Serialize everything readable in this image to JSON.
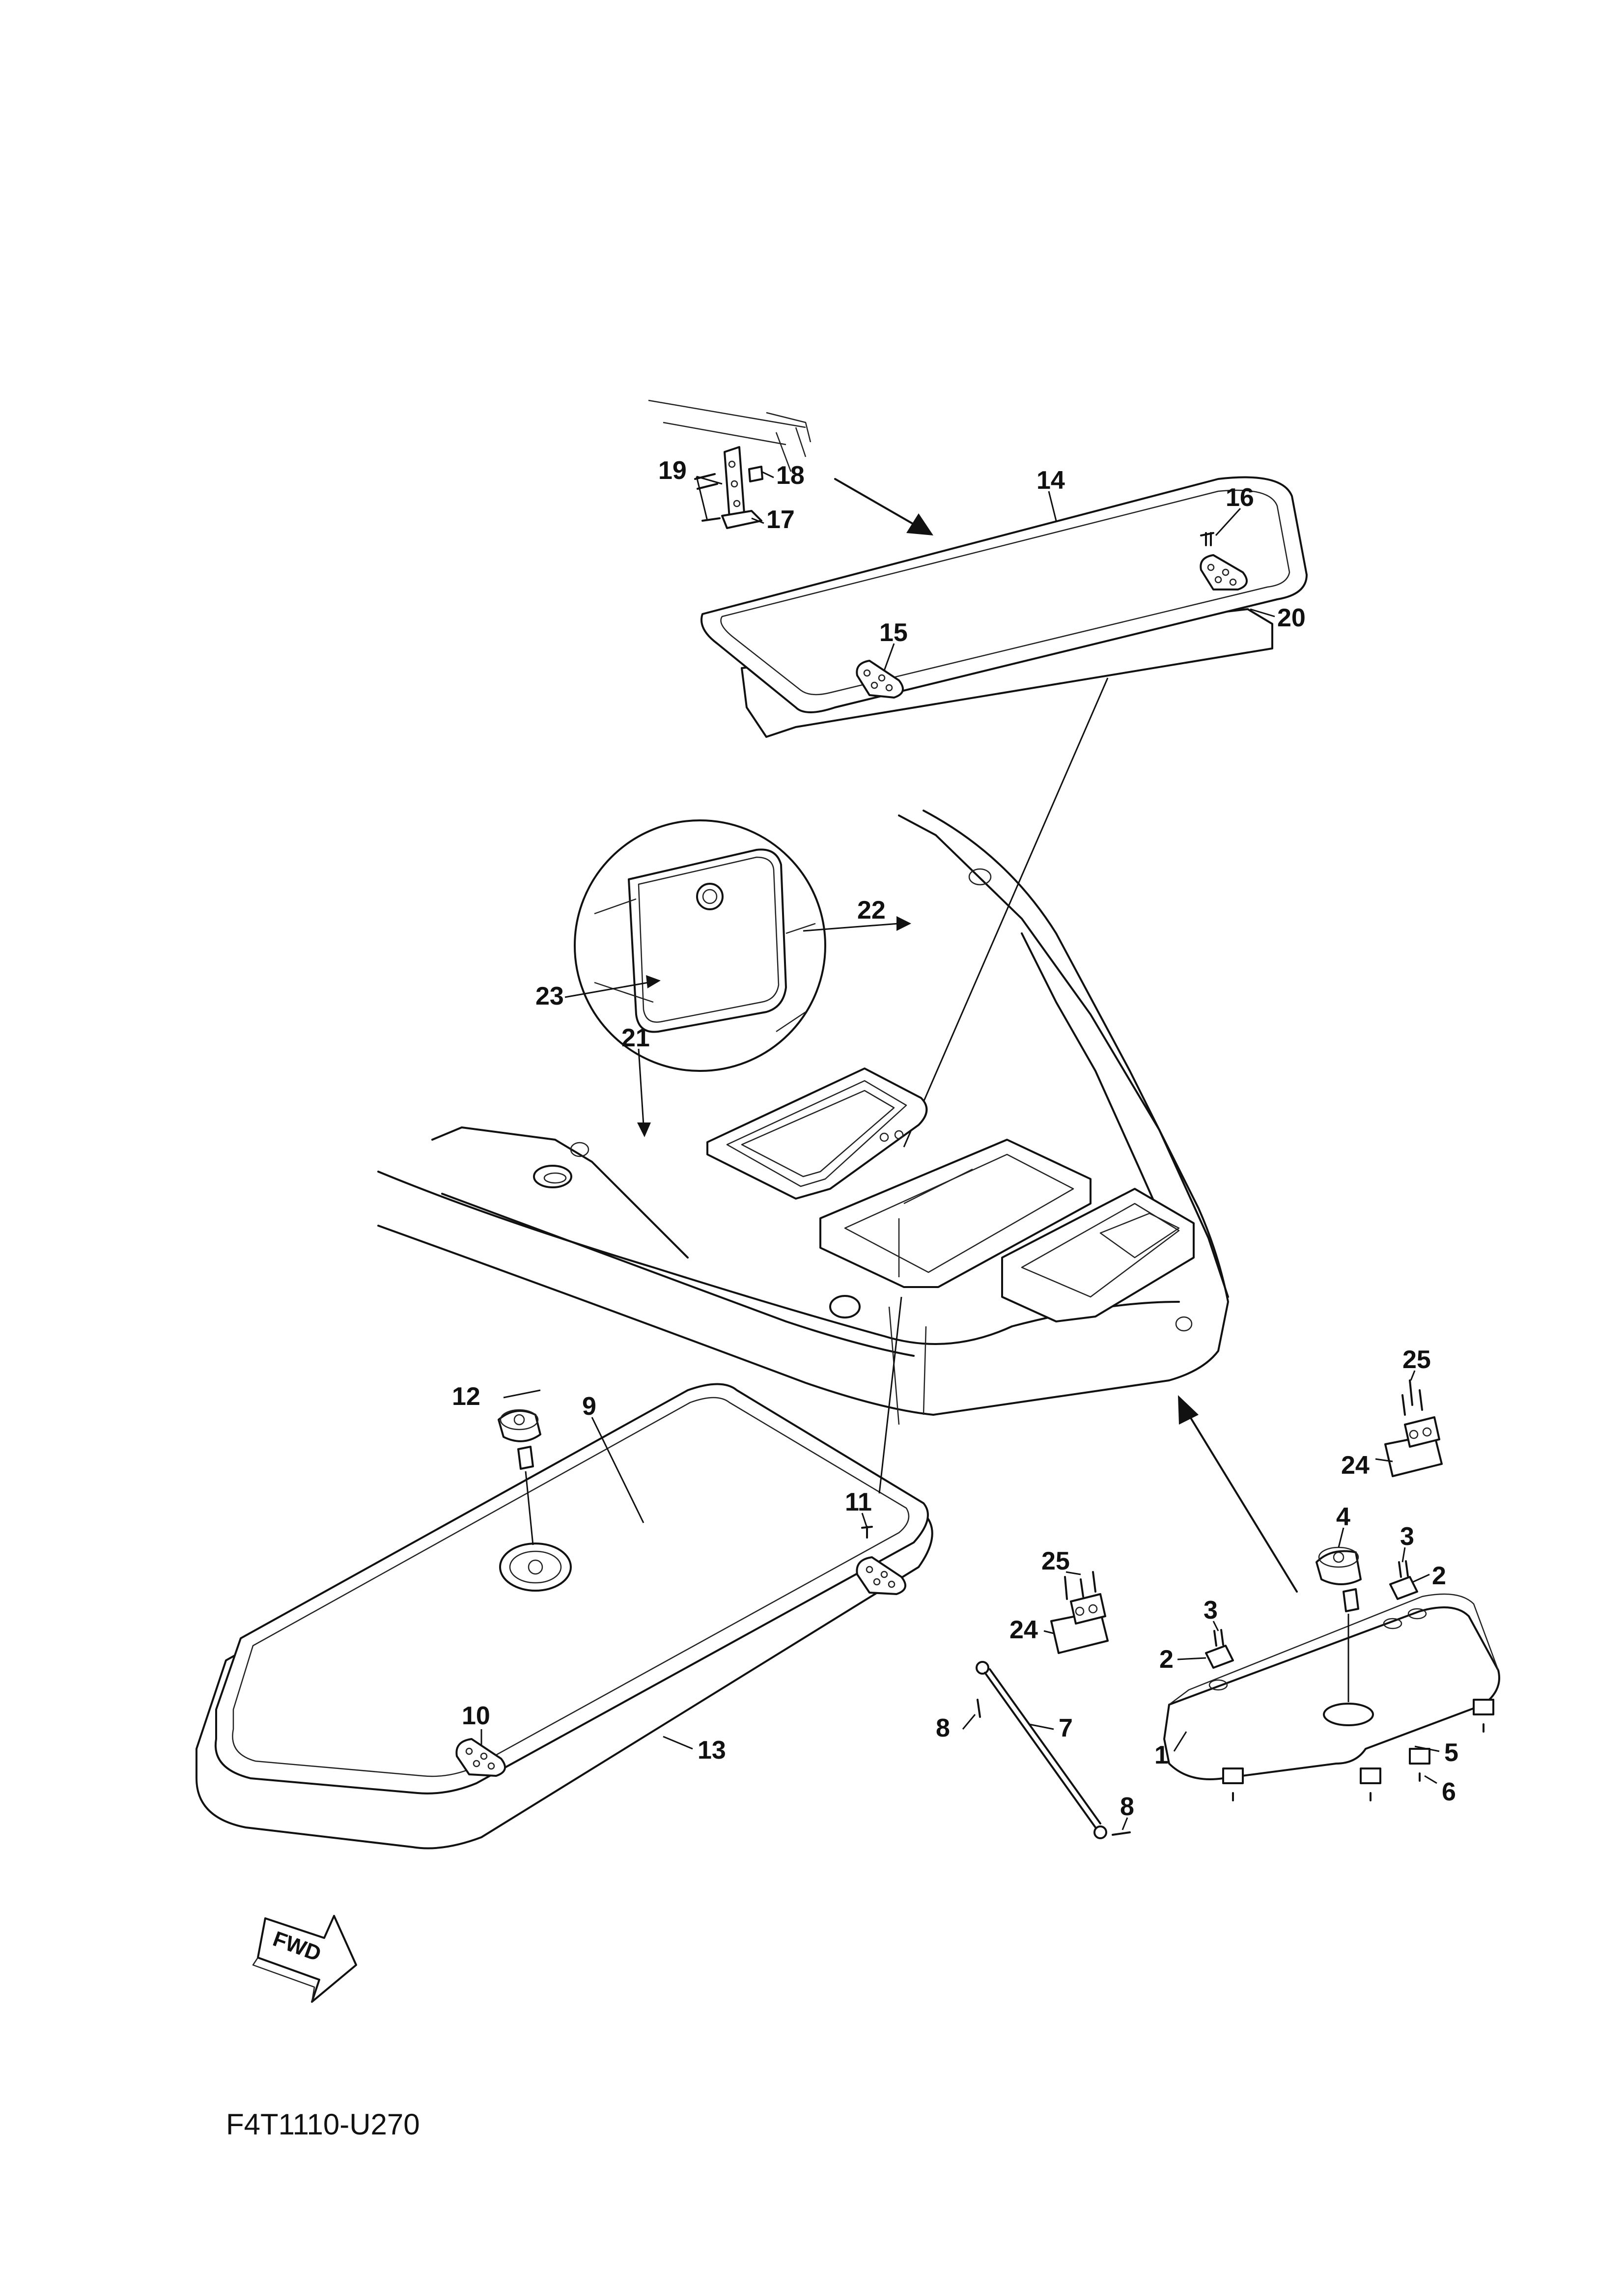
{
  "diagram_code": "F4T1110-U270",
  "fwd_indicator": "FWD",
  "callouts": {
    "c1": "1",
    "c2a": "2",
    "c2b": "2",
    "c3a": "3",
    "c3b": "3",
    "c4": "4",
    "c5": "5",
    "c6": "6",
    "c7": "7",
    "c8a": "8",
    "c8b": "8",
    "c9": "9",
    "c10": "10",
    "c11": "11",
    "c12": "12",
    "c13": "13",
    "c14": "14",
    "c15": "15",
    "c16": "16",
    "c17": "17",
    "c18": "18",
    "c19": "19",
    "c20": "20",
    "c21": "21",
    "c22": "22",
    "c23": "23",
    "c24a": "24",
    "c24b": "24",
    "c25a": "25",
    "c25b": "25"
  }
}
